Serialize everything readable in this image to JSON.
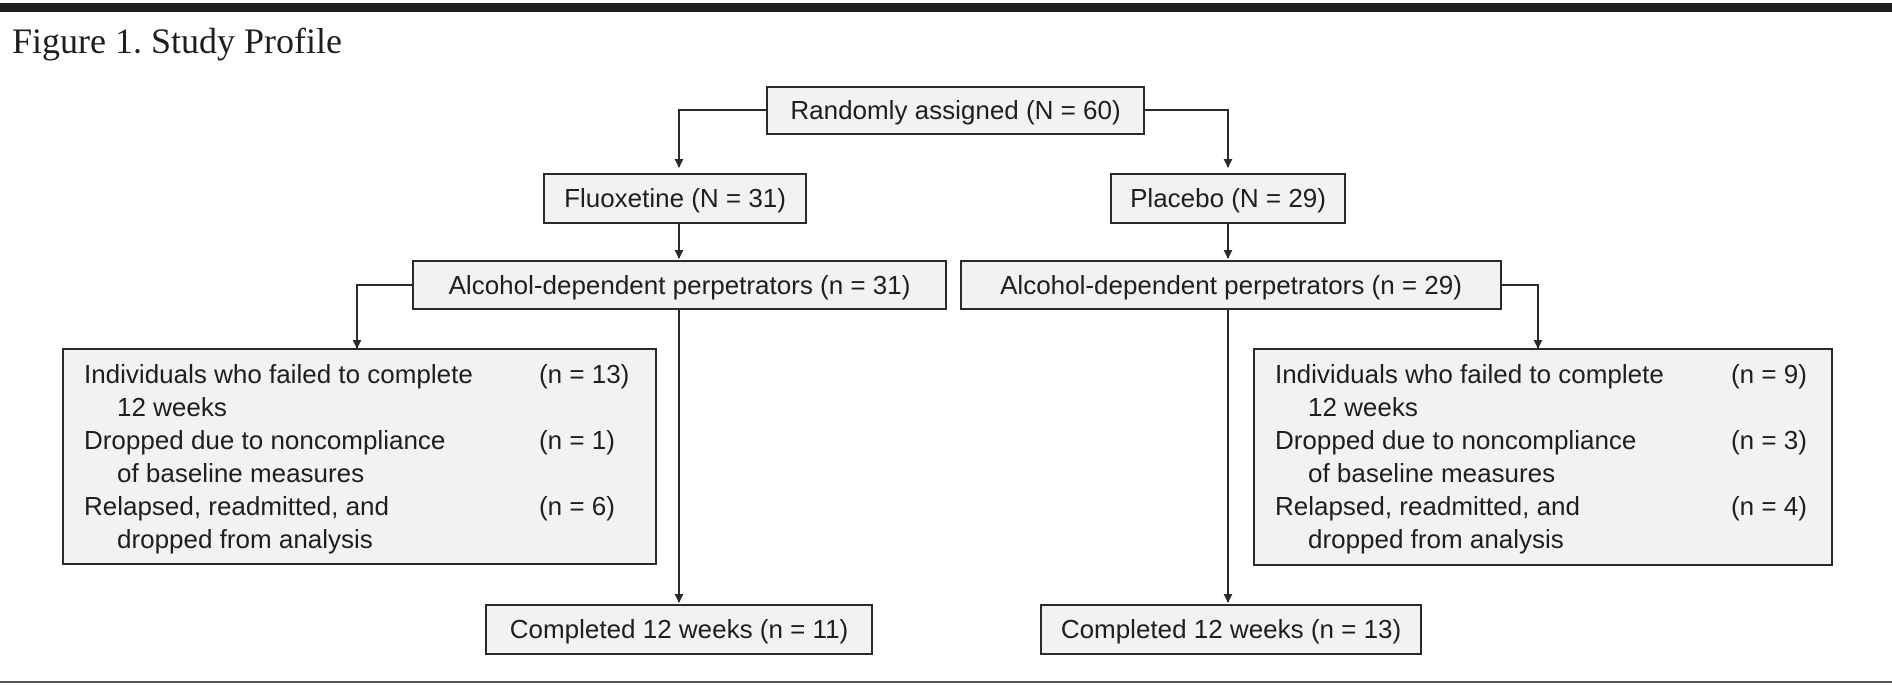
{
  "figure": {
    "title": "Figure 1. Study Profile"
  },
  "nodes": {
    "randomized": "Randomly assigned (N = 60)",
    "fluoxetine": "Fluoxetine  (N = 31)",
    "placebo": "Placebo  (N = 29)",
    "alcohol_left": "Alcohol-dependent perpetrators  (n = 31)",
    "alcohol_right": "Alcohol-dependent perpetrators  (n = 29)",
    "completed_left": "Completed 12 weeks (n = 11)",
    "completed_right": "Completed 12 weeks (n = 13)"
  },
  "dropouts": {
    "left": [
      {
        "line1": "Individuals who failed to complete",
        "line2": "12 weeks",
        "count": "(n = 13)"
      },
      {
        "line1": "Dropped due to noncompliance",
        "line2": "of baseline measures",
        "count": "(n = 1)"
      },
      {
        "line1": "Relapsed, readmitted, and",
        "line2": "dropped from analysis",
        "count": "(n = 6)"
      }
    ],
    "right": [
      {
        "line1": "Individuals who failed to complete",
        "line2": "12 weeks",
        "count": "(n = 9)"
      },
      {
        "line1": "Dropped due to noncompliance",
        "line2": "of baseline measures",
        "count": "(n = 3)"
      },
      {
        "line1": "Relapsed, readmitted, and",
        "line2": "dropped from analysis",
        "count": "(n = 4)"
      }
    ]
  }
}
